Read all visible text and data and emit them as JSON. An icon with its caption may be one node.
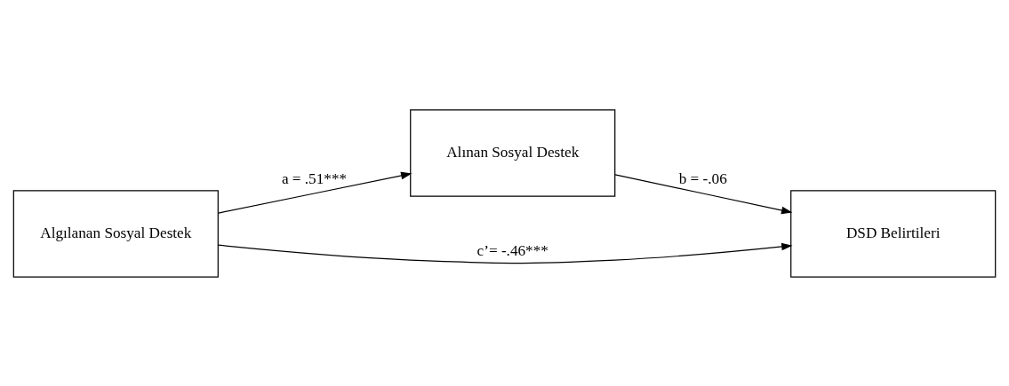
{
  "diagram": {
    "nodes": [
      {
        "text": [
          "Algılanan Sosyal Destek"
        ]
      },
      {
        "text": [
          "Alınan Sosyal Destek"
        ]
      },
      {
        "text": [
          "DSD Belirtileri"
        ]
      }
    ],
    "edges": [
      {
        "from": 0,
        "to": 1,
        "arrow": "to",
        "label": "a = .51***"
      },
      {
        "from": 1,
        "to": 2,
        "arrow": "to",
        "label": "b = -.06"
      },
      {
        "from": 0,
        "to": 2,
        "arrow": "to",
        "label": "c’= -.46***"
      }
    ]
  }
}
